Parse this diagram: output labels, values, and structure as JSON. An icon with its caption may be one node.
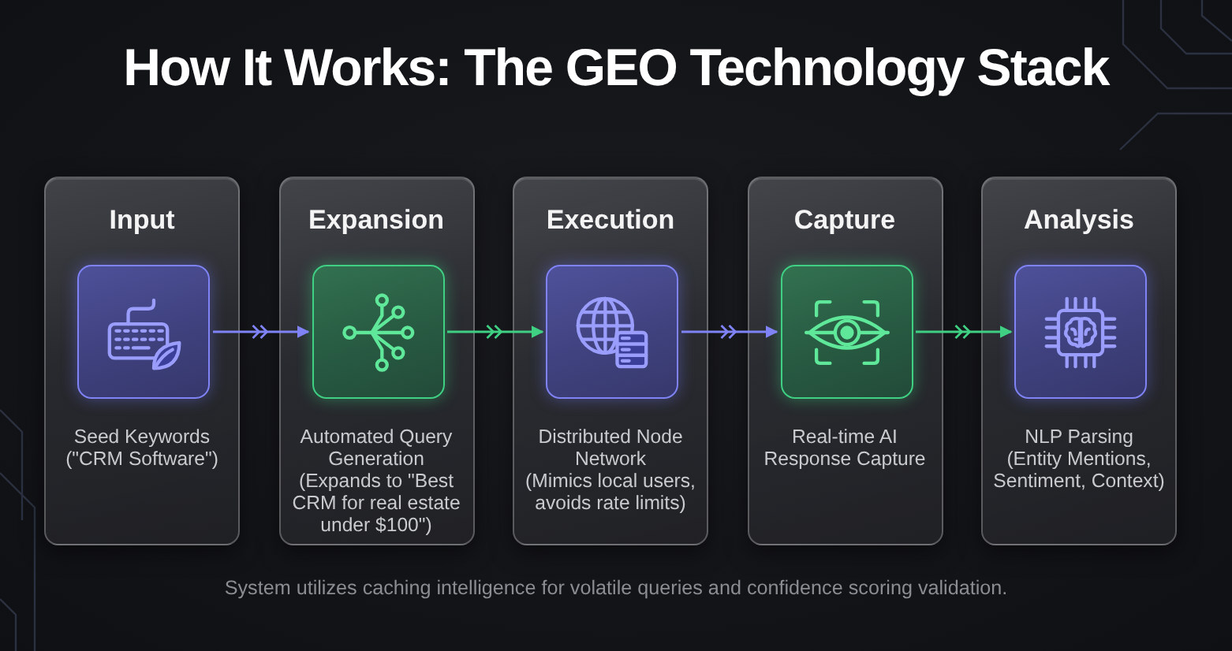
{
  "diagram": {
    "title": "How It Works: The GEO Technology Stack",
    "nodes": [
      {
        "text": [
          "Input",
          "Seed Keywords",
          "(\"CRM Software\")"
        ]
      },
      {
        "text": [],
        "shape": "box",
        "in": 0
      },
      {
        "text": [
          "Expansion",
          "Automated Query Generation",
          "(Expands to \"Best CRM for real estate under $100\")"
        ]
      },
      {
        "text": [],
        "shape": "box",
        "in": 2
      },
      {
        "text": [
          "Execution",
          "Distributed Node Network",
          "(Mimics local users, avoids rate limits)"
        ]
      },
      {
        "text": [],
        "shape": "box",
        "in": 4
      },
      {
        "text": [
          "Capture",
          "Real-time AI Response Capture"
        ]
      },
      {
        "text": [],
        "shape": "box",
        "in": 6
      },
      {
        "text": [
          "Analysis",
          "NLP Parsing",
          "(Entity Mentions, Sentiment, Context)"
        ]
      },
      {
        "text": [],
        "shape": "box",
        "in": 8
      }
    ],
    "edges": [
      {
        "from": 1,
        "to": 3,
        "arrow": "to",
        "color": "#7f83f5"
      },
      {
        "from": 3,
        "to": 5,
        "arrow": "to",
        "color": "#3fd083"
      },
      {
        "from": 5,
        "to": 7,
        "arrow": "to",
        "color": "#7f83f5"
      },
      {
        "from": 7,
        "to": 9,
        "arrow": "to",
        "color": "#3fd083"
      }
    ],
    "labels": [
      "System utilizes caching intelligence for volatile queries and confidence scoring validation."
    ]
  }
}
